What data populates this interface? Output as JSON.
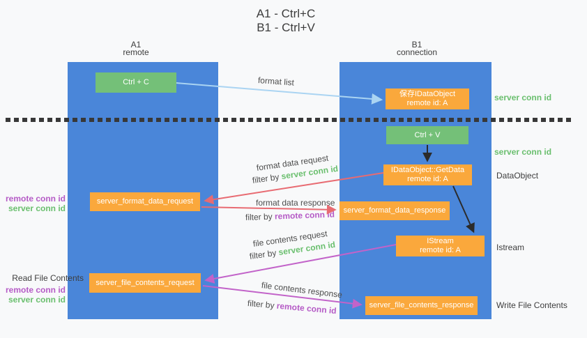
{
  "title": {
    "line1": "A1 - Ctrl+C",
    "line2": "B1 - Ctrl+V"
  },
  "lanes": {
    "a1": {
      "name": "A1",
      "subtitle": "remote"
    },
    "b1": {
      "name": "B1",
      "subtitle": "connection"
    }
  },
  "nodes": {
    "ctrl_c": {
      "label": "Ctrl + C"
    },
    "save_dataobject": {
      "line1": "保存IDataObject",
      "line2": "remote id: A"
    },
    "ctrl_v": {
      "label": "Ctrl + V"
    },
    "getdata": {
      "line1": "IDataObject::GetData",
      "line2": "remote id: A"
    },
    "format_request": {
      "label": "server_format_data_request"
    },
    "format_response": {
      "label": "server_format_data_response"
    },
    "istream": {
      "line1": "IStream",
      "line2": "remote id: A"
    },
    "file_request": {
      "label": "server_file_contents_request"
    },
    "file_response": {
      "label": "server_file_contents_response"
    }
  },
  "annotations": {
    "server_conn_id_top": "server conn id",
    "server_conn_id_mid": "server conn id",
    "dataobject": "DataObject",
    "istream": "Istream",
    "write_file_contents": "Write File Contents",
    "read_file_contents": "Read File Contents",
    "left_remote_conn_id_1": "remote conn id",
    "left_server_conn_id_1": "server conn id",
    "left_remote_conn_id_2": "remote conn id",
    "left_server_conn_id_2": "server conn id"
  },
  "flows": {
    "format_list": "format list",
    "format_data_request": "format data request",
    "format_data_request_filter_prefix": "filter by ",
    "format_data_request_filter_id": "server conn id",
    "format_data_response": "format data response",
    "format_data_response_filter_prefix": "filter by ",
    "format_data_response_filter_id": "remote conn id",
    "file_contents_request": "file contents request",
    "file_contents_request_filter_prefix": "filter by ",
    "file_contents_request_filter_id": "server conn id",
    "file_contents_response": "file contents response",
    "file_contents_response_filter_prefix": "filter by ",
    "file_contents_response_filter_id": "remote conn id"
  },
  "colors": {
    "lane_fill": "#4a86d9",
    "action_fill": "#74c078",
    "message_fill": "#faa83c",
    "server_id_text": "#6abf6e",
    "remote_id_text": "#b55bc6",
    "request_arrow": "#e86b72",
    "file_arrow": "#c263c9",
    "format_list_arrow": "#aad4f2",
    "black_arrow": "#2b2b2b",
    "background": "#f8f9fa"
  }
}
